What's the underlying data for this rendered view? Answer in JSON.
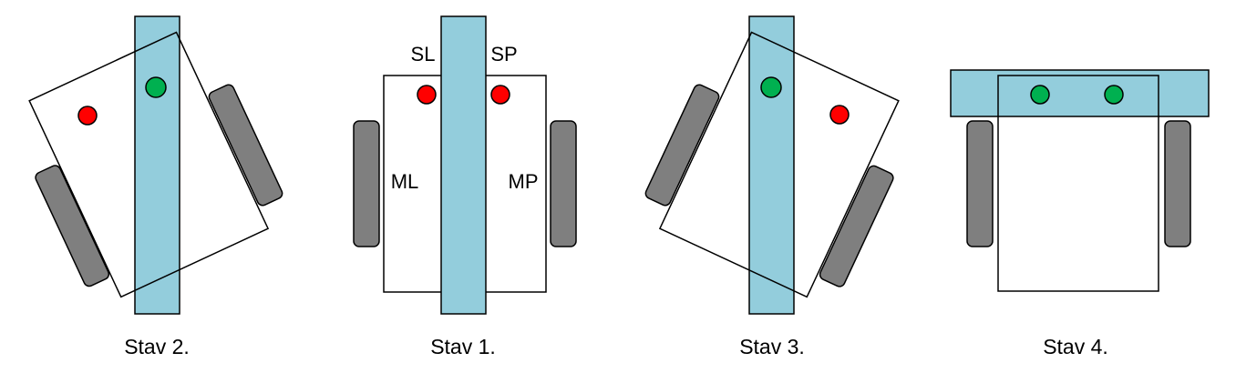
{
  "colors": {
    "line_fill": "#93CDDC",
    "wheel_fill": "#7F7F7F",
    "sensor_off": "#FF0000",
    "sensor_on": "#00B050",
    "outline": "#000000"
  },
  "states": [
    {
      "caption": "Stav 2.",
      "sensors": [
        "off",
        "on"
      ]
    },
    {
      "caption": "Stav 1.",
      "sensors": [
        "off",
        "off"
      ],
      "labels": {
        "left_sensor": "SL",
        "right_sensor": "SP",
        "left_motor": "ML",
        "right_motor": "MP"
      }
    },
    {
      "caption": "Stav 3.",
      "sensors": [
        "on",
        "off"
      ]
    },
    {
      "caption": "Stav 4.",
      "sensors": [
        "on",
        "on"
      ]
    }
  ]
}
